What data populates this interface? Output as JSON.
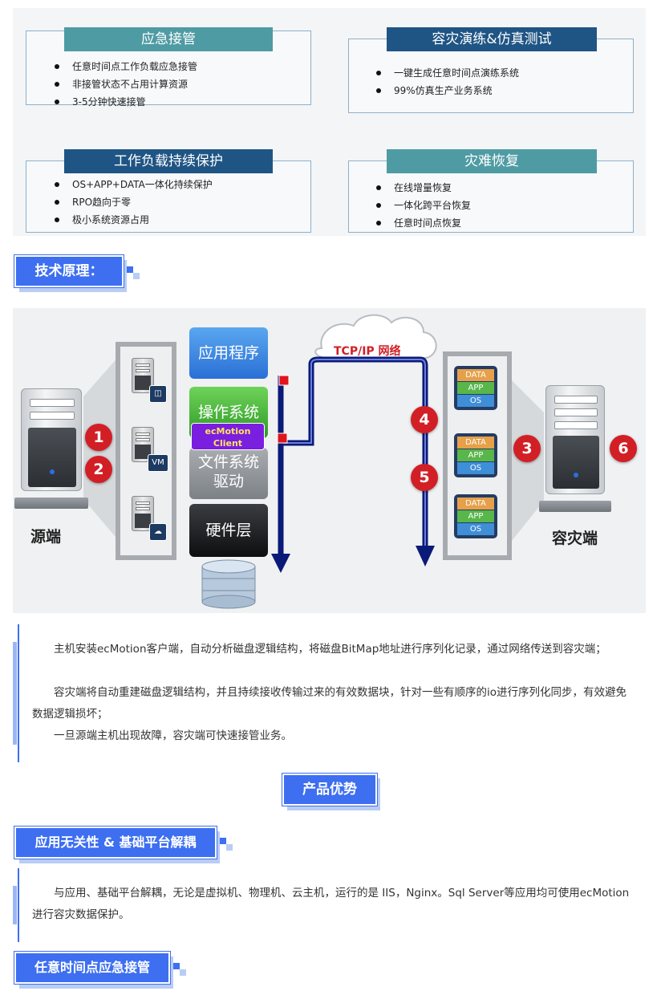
{
  "features": [
    {
      "title": "应急接管",
      "items": [
        "任意时间点工作负载应急接管",
        "非接管状态不占用计算资源",
        "3-5分钟快速接管"
      ]
    },
    {
      "title": "容灾演练&仿真测试",
      "items": [
        "一键生成任意时间点演练系统",
        "99%仿真生产业务系统"
      ]
    },
    {
      "title": "工作负载持续保护",
      "items": [
        "OS+APP+DATA一体化持续保护",
        "RPO趋向于零",
        "极小系统资源占用"
      ]
    },
    {
      "title": "灾难恢复",
      "items": [
        "在线增量恢复",
        "一体化跨平台恢复",
        "任意时间点恢复"
      ]
    }
  ],
  "headings": {
    "tech": "技术原理：",
    "advantage": "产品优势",
    "decouple": "应用无关性 & 基础平台解耦",
    "anytime": "任意时间点应急接管"
  },
  "diagram": {
    "source_label": "源端",
    "target_label": "容灾端",
    "network_label": "TCP/IP 网络",
    "vm_label": "VM",
    "layers": {
      "app": "应用程序",
      "os": "操作系统",
      "client_line1": "ecMotion",
      "client_line2": "Client",
      "fs_line1": "文件系统",
      "fs_line2": "驱动",
      "hw": "硬件层"
    },
    "steps": [
      "1",
      "2",
      "3",
      "4",
      "5",
      "6"
    ],
    "data_groups": [
      [
        "DATA",
        "APP",
        "OS"
      ],
      [
        "DATA",
        "APP",
        "OS"
      ],
      [
        "DATA",
        "APP",
        "OS"
      ]
    ],
    "colors": {
      "arrow": "#0a1a78",
      "marker": "#e0141c",
      "badge": "#d21f25"
    }
  },
  "paragraphs": {
    "p1": "主机安装ecMotion客户端，自动分析磁盘逻辑结构，将磁盘BitMap地址进行序列化记录，通过网络传送到容灾端；",
    "p2": "容灾端将自动重建磁盘逻辑结构，并且持续接收传输过来的有效数据块，针对一些有顺序的io进行序列化同步，有效避免数据逻辑损坏；",
    "p3": "一旦源端主机出现故障，容灾端可快速接管业务。",
    "p4": "与应用、基础平台解耦，无论是虚拟机、物理机、云主机，运行的是 IIS，Nginx。Sql Server等应用均可使用ecMotion 进行容灾数据保护。"
  }
}
